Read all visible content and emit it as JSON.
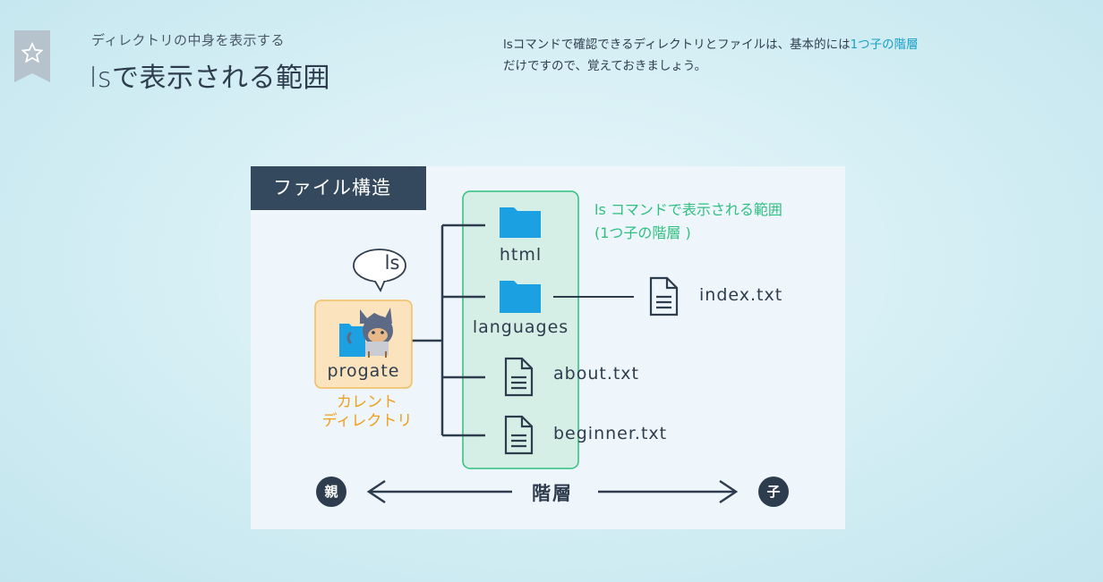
{
  "header": {
    "subtitle": "ディレクトリの中身を表示する",
    "title": "lsで表示される範囲",
    "description_part1": "lsコマンドで確認できるディレクトリとファイルは、基本的には",
    "description_highlight": "1つ子の階層",
    "description_part2": "だけですので、覚えておきましょう。"
  },
  "diagram": {
    "heading": "ファイル構造",
    "range_note_line1": "ls コマンドで表示される範囲",
    "range_note_line2": "(1つ子の階層 )",
    "command_bubble": "ls",
    "current_dir": "progate",
    "current_label_line1": "カレント",
    "current_label_line2": "ディレクトリ",
    "children": [
      {
        "name": "html",
        "kind": "folder"
      },
      {
        "name": "languages",
        "kind": "folder"
      },
      {
        "name": "about.txt",
        "kind": "file"
      },
      {
        "name": "beginner.txt",
        "kind": "file"
      }
    ],
    "grandchild": {
      "name": "index.txt",
      "kind": "file"
    },
    "axis": {
      "parent": "親",
      "label": "階層",
      "child": "子"
    }
  },
  "colors": {
    "folder": "#1ba1e2",
    "green": "#2fc07f",
    "orange": "#ef9f1b",
    "navy": "#34495e"
  }
}
